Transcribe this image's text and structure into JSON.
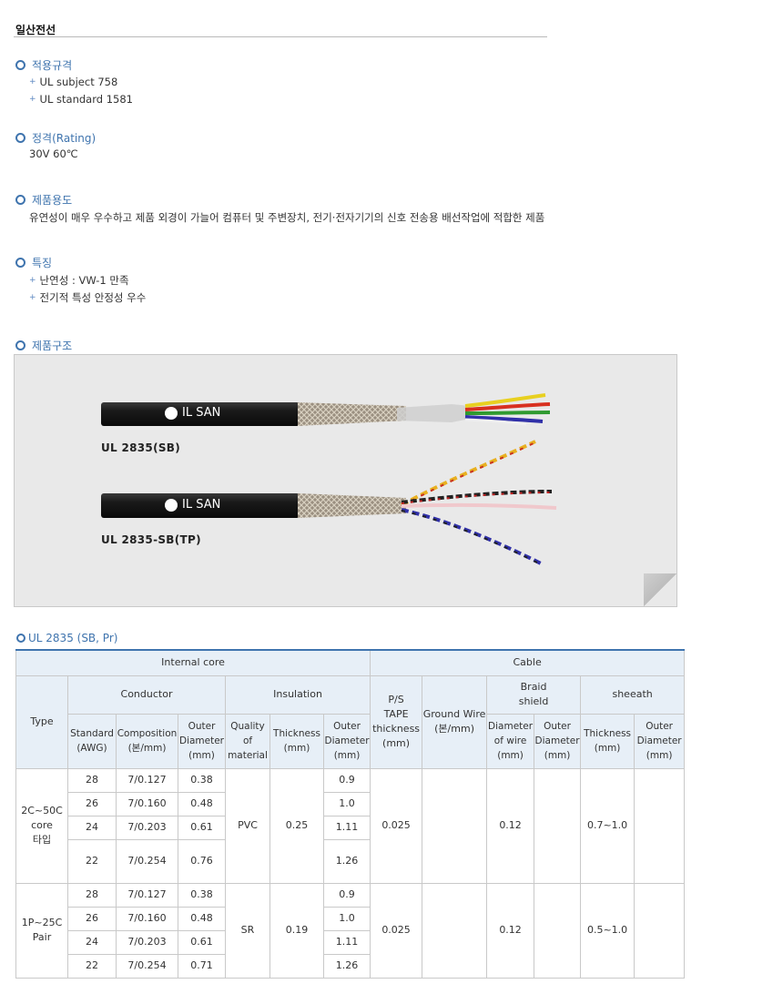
{
  "page_title": "일산전선",
  "sections": {
    "standards": {
      "heading": "적용규격",
      "items": [
        "UL subject 758",
        "UL standard 1581"
      ]
    },
    "rating": {
      "heading": "정격(Rating)",
      "text": "30V 60℃"
    },
    "usage": {
      "heading": "제품용도",
      "text": "유연성이 매우 우수하고 제품 외경이 가늘어 컴퓨터 및 주변장치, 전기·전자기기의 신호 전송용 배선작업에 적합한 제품"
    },
    "features": {
      "heading": "특징",
      "items": [
        "난연성 : VW-1 만족",
        "전기적 특성 안정성 우수"
      ]
    },
    "structure": {
      "heading": "제품구조"
    }
  },
  "product_image": {
    "cables": [
      {
        "jacket_text": "IL SAN",
        "label": "UL 2835(SB)"
      },
      {
        "jacket_text": "IL SAN",
        "label": "UL 2835-SB(TP)"
      }
    ]
  },
  "table": {
    "title": "UL 2835 (SB, Pr)",
    "headers": {
      "internal_core": "Internal core",
      "cable": "Cable",
      "type": "Type",
      "conductor": "Conductor",
      "insulation": "Insulation",
      "ps_tape": "P/S\nTAPE\nthickness\n(mm)",
      "ground_wire": "Ground Wire\n(본/mm)",
      "braid": "Braid\nshield",
      "sheath": "sheeath",
      "standard": "Standard\n(AWG)",
      "composition": "Composition\n(본/mm)",
      "outer_diameter": "Outer\nDiameter\n(mm)",
      "quality": "Quality\nof\nmaterial",
      "thickness": "Thickness\n(mm)",
      "diameter_of_wire": "Diameter\nof wire\n(mm)"
    },
    "groups": [
      {
        "type": "2C~50C\ncore\n타입",
        "material": "PVC",
        "ins_thickness": "0.25",
        "ps_tape": "0.025",
        "ground_wire": "",
        "braid_dia": "0.12",
        "braid_outer": "",
        "sheath_thickness": "0.7~1.0",
        "sheath_outer": "",
        "rows": [
          {
            "awg": "28",
            "comp": "7/0.127",
            "cond_od": "0.38",
            "ins_od": "0.9"
          },
          {
            "awg": "26",
            "comp": "7/0.160",
            "cond_od": "0.48",
            "ins_od": "1.0"
          },
          {
            "awg": "24",
            "comp": "7/0.203",
            "cond_od": "0.61",
            "ins_od": "1.11"
          },
          {
            "awg": "22",
            "comp": "7/0.254",
            "cond_od": "0.76",
            "ins_od": "1.26"
          }
        ]
      },
      {
        "type": "1P~25C\nPair",
        "material": "SR",
        "ins_thickness": "0.19",
        "ps_tape": "0.025",
        "ground_wire": "",
        "braid_dia": "0.12",
        "braid_outer": "",
        "sheath_thickness": "0.5~1.0",
        "sheath_outer": "",
        "rows": [
          {
            "awg": "28",
            "comp": "7/0.127",
            "cond_od": "0.38",
            "ins_od": "0.9"
          },
          {
            "awg": "26",
            "comp": "7/0.160",
            "cond_od": "0.48",
            "ins_od": "1.0"
          },
          {
            "awg": "24",
            "comp": "7/0.203",
            "cond_od": "0.61",
            "ins_od": "1.11"
          },
          {
            "awg": "22",
            "comp": "7/0.254",
            "cond_od": "0.71",
            "ins_od": "1.26"
          }
        ]
      }
    ]
  }
}
